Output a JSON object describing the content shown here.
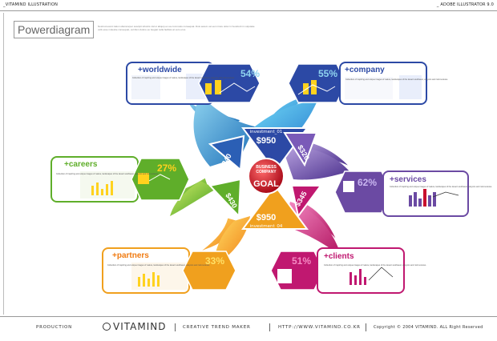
{
  "header": {
    "left": "_VITAMIND ILLUSTRATION",
    "right": "_ ADOBE ILLUSTRATOR 9.0"
  },
  "title": "Powerdiagram",
  "description": "Nostrud exerci tation ullamcorper suscipit lobortis nisl ut aliquip ex ea commodo consequat. Duis autem vel eum iriure dolor in hendrerit in vulputate velit esse molestie consequat, vel illum dolore eu feugiat nulla facilisis at vero eros.",
  "center": {
    "line1": "BUSINESS",
    "line2": "COMPANY",
    "goal": "GOAL"
  },
  "investment_top": {
    "label": "investment_01",
    "value": "$950"
  },
  "investment_bottom": {
    "label": "investment_04",
    "value": "$950"
  },
  "amounts": {
    "a240": "$240",
    "a320": "$320",
    "a430": "$430",
    "a345": "$345"
  },
  "body_text": "Collection of inspiring and unique images of nature, landscapes of the desert southwest, canyons and rock textures.",
  "cards": {
    "worldwide": {
      "title": "+worldwide",
      "pct": "54%"
    },
    "company": {
      "title": "+company",
      "pct": "55%"
    },
    "careers": {
      "title": "+careers",
      "pct": "27%"
    },
    "services": {
      "title": "+services",
      "pct": "62%"
    },
    "partners": {
      "title": "+partners",
      "pct": "33%"
    },
    "clients": {
      "title": "+clients",
      "pct": "51%"
    }
  },
  "footer": {
    "production": "PRODUCTION",
    "logo": "VITAMIND",
    "creative": "CREATIVE TREND MAKER",
    "url": "HTTP://WWW.VITAMIND.CO.KR",
    "copyright": "Copyright © 2004 VITAMIND. ALL Right Reserved"
  },
  "colors": {
    "blue": "#2c49a5",
    "green": "#5fae2a",
    "purple": "#6b4aa3",
    "orange": "#f0a01e",
    "magenta": "#c01870",
    "cyan": "#27a8d8",
    "red": "#c8102e",
    "yellow": "#ffd21e"
  }
}
